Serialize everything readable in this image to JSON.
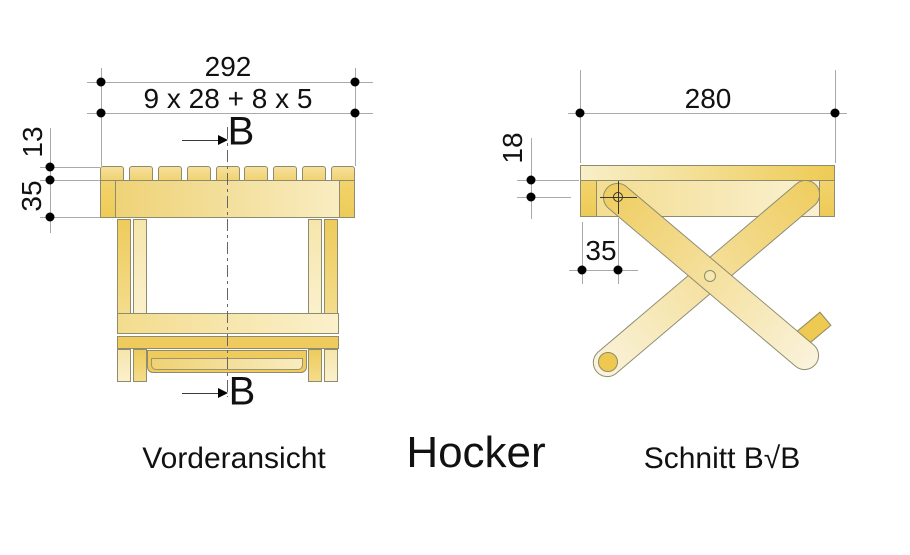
{
  "title": "Hocker",
  "front": {
    "caption": "Vorderansicht",
    "dim_width": "292",
    "dim_slats": "9 x 28 + 8 x 5",
    "dim_slat_thickness": "13",
    "dim_apron_height": "35",
    "section_marker": "B"
  },
  "section": {
    "caption": "Schnitt B√B",
    "dim_width": "280",
    "dim_pivot_below_seat": "18",
    "dim_pivot_inset": "35"
  },
  "colors": {
    "wood_gold": "#eecb5c",
    "wood_mid": "#f2d36c",
    "wood_cream": "#faf1d1",
    "outline": "#8e8b6e",
    "dimension_line": "#a9a9a9",
    "text": "#111111",
    "background": "#ffffff"
  }
}
